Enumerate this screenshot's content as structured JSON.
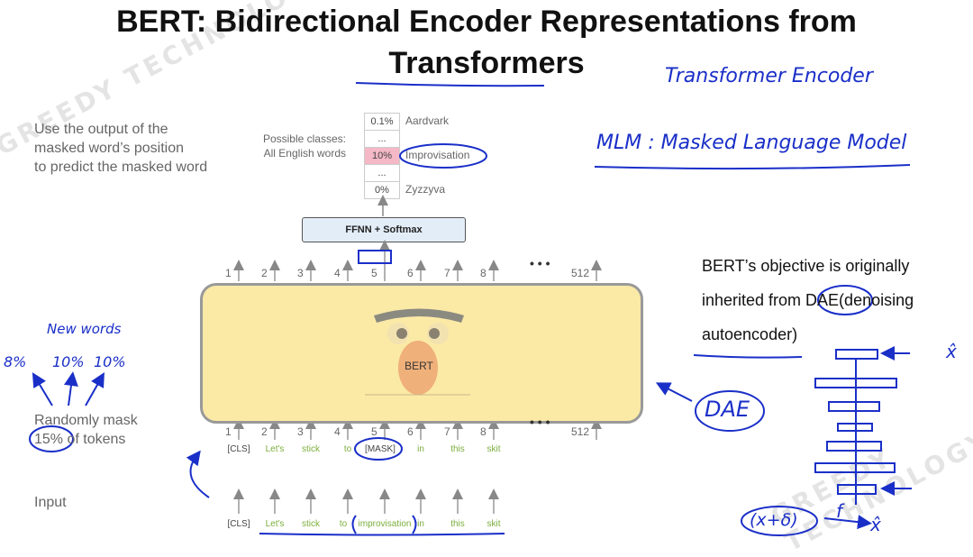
{
  "title_line1": "BERT: Bidirectional Encoder Representations from",
  "title_line2": "Transformers",
  "left_text": {
    "line1": "Use the output of the",
    "line2": "masked word’s position",
    "line3": "to predict the masked word",
    "mask_line1": "Randomly mask",
    "mask_pct": "15%",
    "mask_line2": "of tokens",
    "input": "Input"
  },
  "classes": {
    "label1": "Possible classes:",
    "label2": "All English words",
    "rows": [
      {
        "prob": "0.1%",
        "word": "Aardvark"
      },
      {
        "prob": "...",
        "word": ""
      },
      {
        "prob": "10%",
        "word": "Improvisation"
      },
      {
        "prob": "...",
        "word": ""
      },
      {
        "prob": "0%",
        "word": "Zyzzyva"
      }
    ]
  },
  "ffnn_label": "FFNN + Softmax",
  "bert_label": "BERT",
  "positions": [
    "1",
    "2",
    "3",
    "4",
    "5",
    "6",
    "7",
    "8",
    "512"
  ],
  "ellipsis": "• • •",
  "masked_tokens": [
    "[CLS]",
    "Let's",
    "stick",
    "to",
    "[MASK]",
    "in",
    "this",
    "skit"
  ],
  "input_tokens": [
    "[CLS]",
    "Let's",
    "stick",
    "to",
    "improvisation",
    "in",
    "this",
    "skit"
  ],
  "objective": {
    "line1": "BERT’s objective is originally",
    "line2": "inherited from DAE(denoising",
    "line3": "autoencoder)"
  },
  "handwriting": {
    "transformer_encoder": "Transformer Encoder",
    "mlm": "MLM : Masked Language Model",
    "new_words": "New words",
    "p1": "8%",
    "p2": "10%",
    "p3": "10%",
    "dae": "DAE",
    "x_hat_top": "x̂",
    "x_hat_bottom": "x̂",
    "x_delta": "(x+δ)",
    "f": "f"
  },
  "watermark": "GREEDY TECHNOLOGY"
}
